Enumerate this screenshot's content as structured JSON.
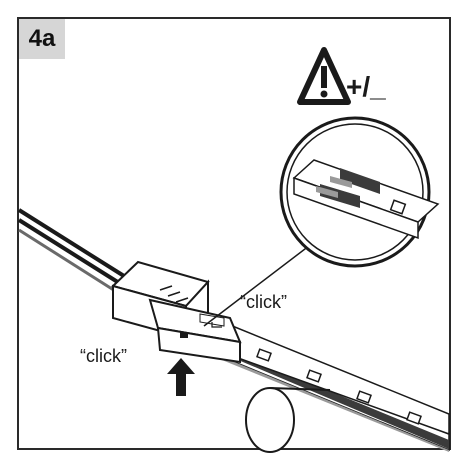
{
  "step": {
    "label": "4a"
  },
  "warning": {
    "icon": "warning-triangle-icon",
    "polarity_text": "+/_"
  },
  "callouts": {
    "click_top": "“click”",
    "click_left": "“click”"
  },
  "colors": {
    "ink": "#1a1a1a",
    "panel": "#d6d6d6",
    "strip_dark": "#3b3b3b",
    "strip_gray": "#9a9a9a"
  }
}
